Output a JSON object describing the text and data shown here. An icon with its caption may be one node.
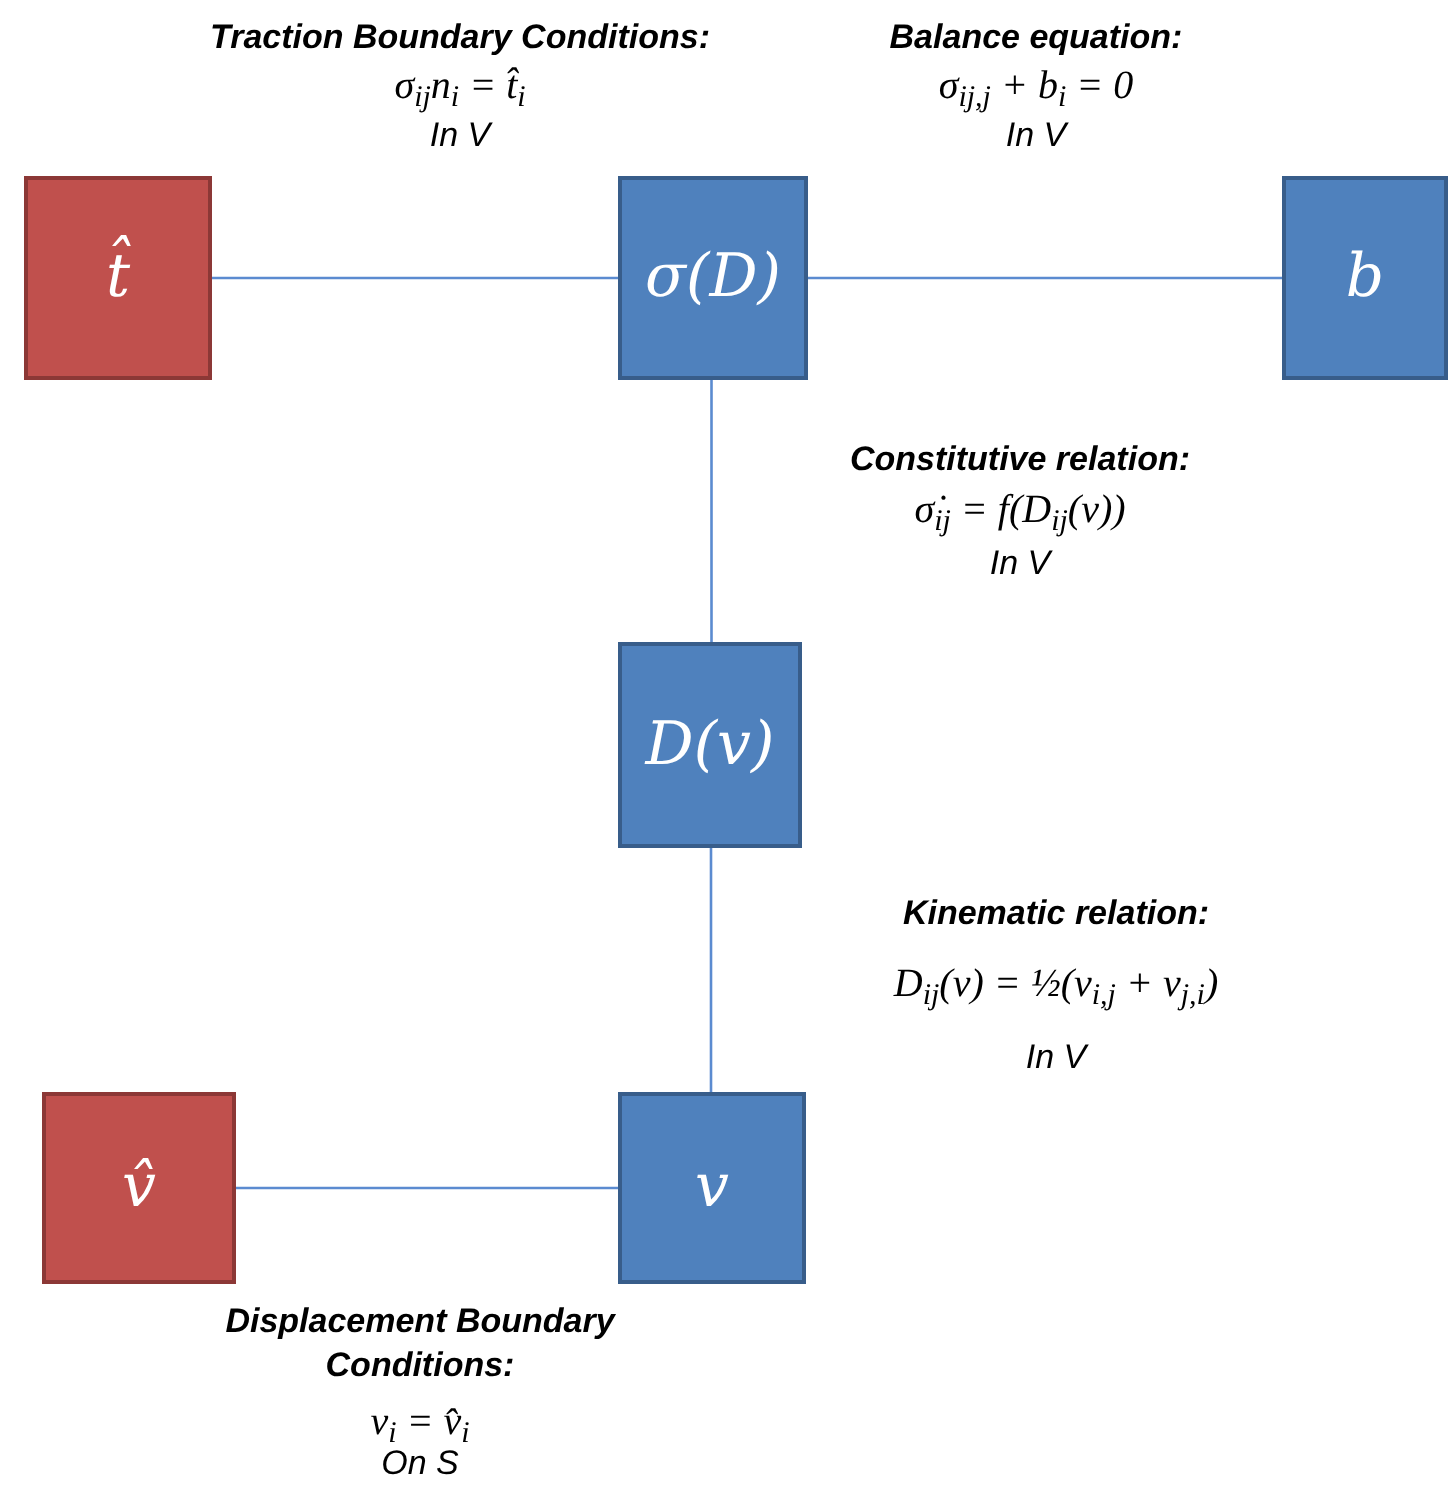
{
  "diagram": {
    "nodes": [
      {
        "text": [
          "t̂"
        ]
      },
      {
        "text": [
          "σ(D)"
        ]
      },
      {
        "text": [
          "b"
        ]
      },
      {
        "text": [
          "D(v)"
        ]
      },
      {
        "text": [
          "v̂"
        ]
      },
      {
        "text": [
          "v"
        ]
      }
    ],
    "edges": [
      {
        "from": 0,
        "to": 1,
        "arrow": "none"
      },
      {
        "from": 1,
        "to": 2,
        "arrow": "none"
      },
      {
        "from": 1,
        "to": 3,
        "arrow": "none"
      },
      {
        "from": 3,
        "to": 5,
        "arrow": "none"
      },
      {
        "from": 4,
        "to": 5,
        "arrow": "none"
      }
    ],
    "labels": [
      "Traction Boundary Conditions:",
      "σ$_{ij}$n$_{i}$ = t̂$_{i}$",
      "In V",
      "Balance equation:",
      "σ$_{ij,j}$ + b$_{i}$ = 0",
      "In V",
      "Constitutive relation:",
      "σ̇$_{ij}$ = f(D$_{ij}$(v))",
      "In V",
      "Kinematic relation:",
      "D$_{ij}$(v) = ½(v$_{i,j}$ + v$_{j,i}$)",
      "In V",
      "Displacement Boundary Conditions:",
      "v$_{i}$ = v̂$_{i}$",
      "On S"
    ]
  }
}
